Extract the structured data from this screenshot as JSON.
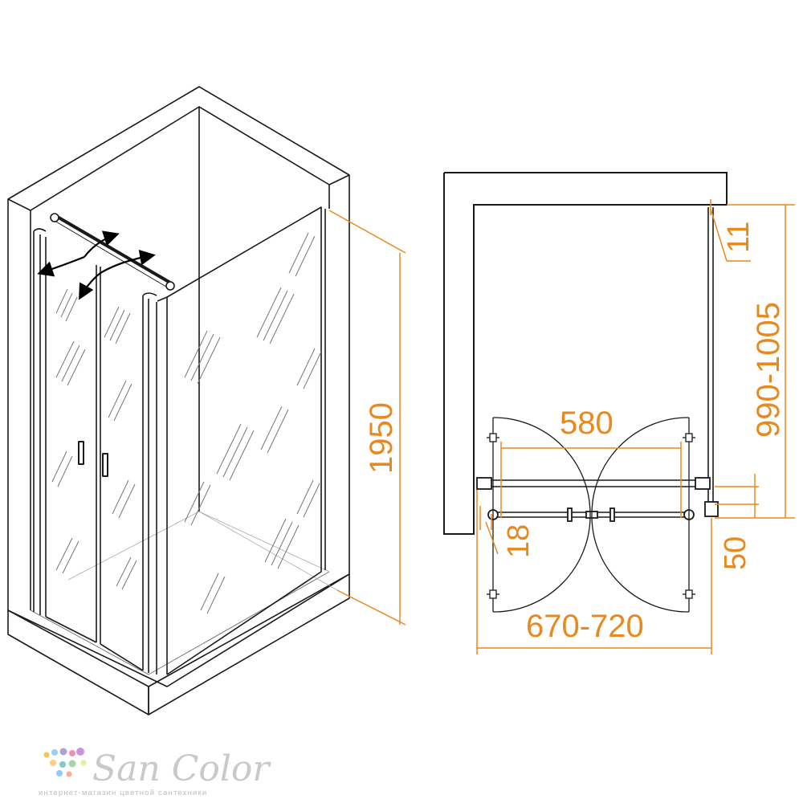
{
  "dimensions": {
    "height": "1950",
    "depth": "990-1005",
    "wall_gap": "11",
    "door_span": "580",
    "profile_offset": "18",
    "door_depth": "50",
    "width": "670-720"
  },
  "logo": {
    "brand": "San Color",
    "tagline": "интернет-магазин цветной сантехники"
  },
  "colors": {
    "line": "#1a1a1a",
    "dimension": "#e8891f",
    "logo_text": "#c9c9c9"
  }
}
